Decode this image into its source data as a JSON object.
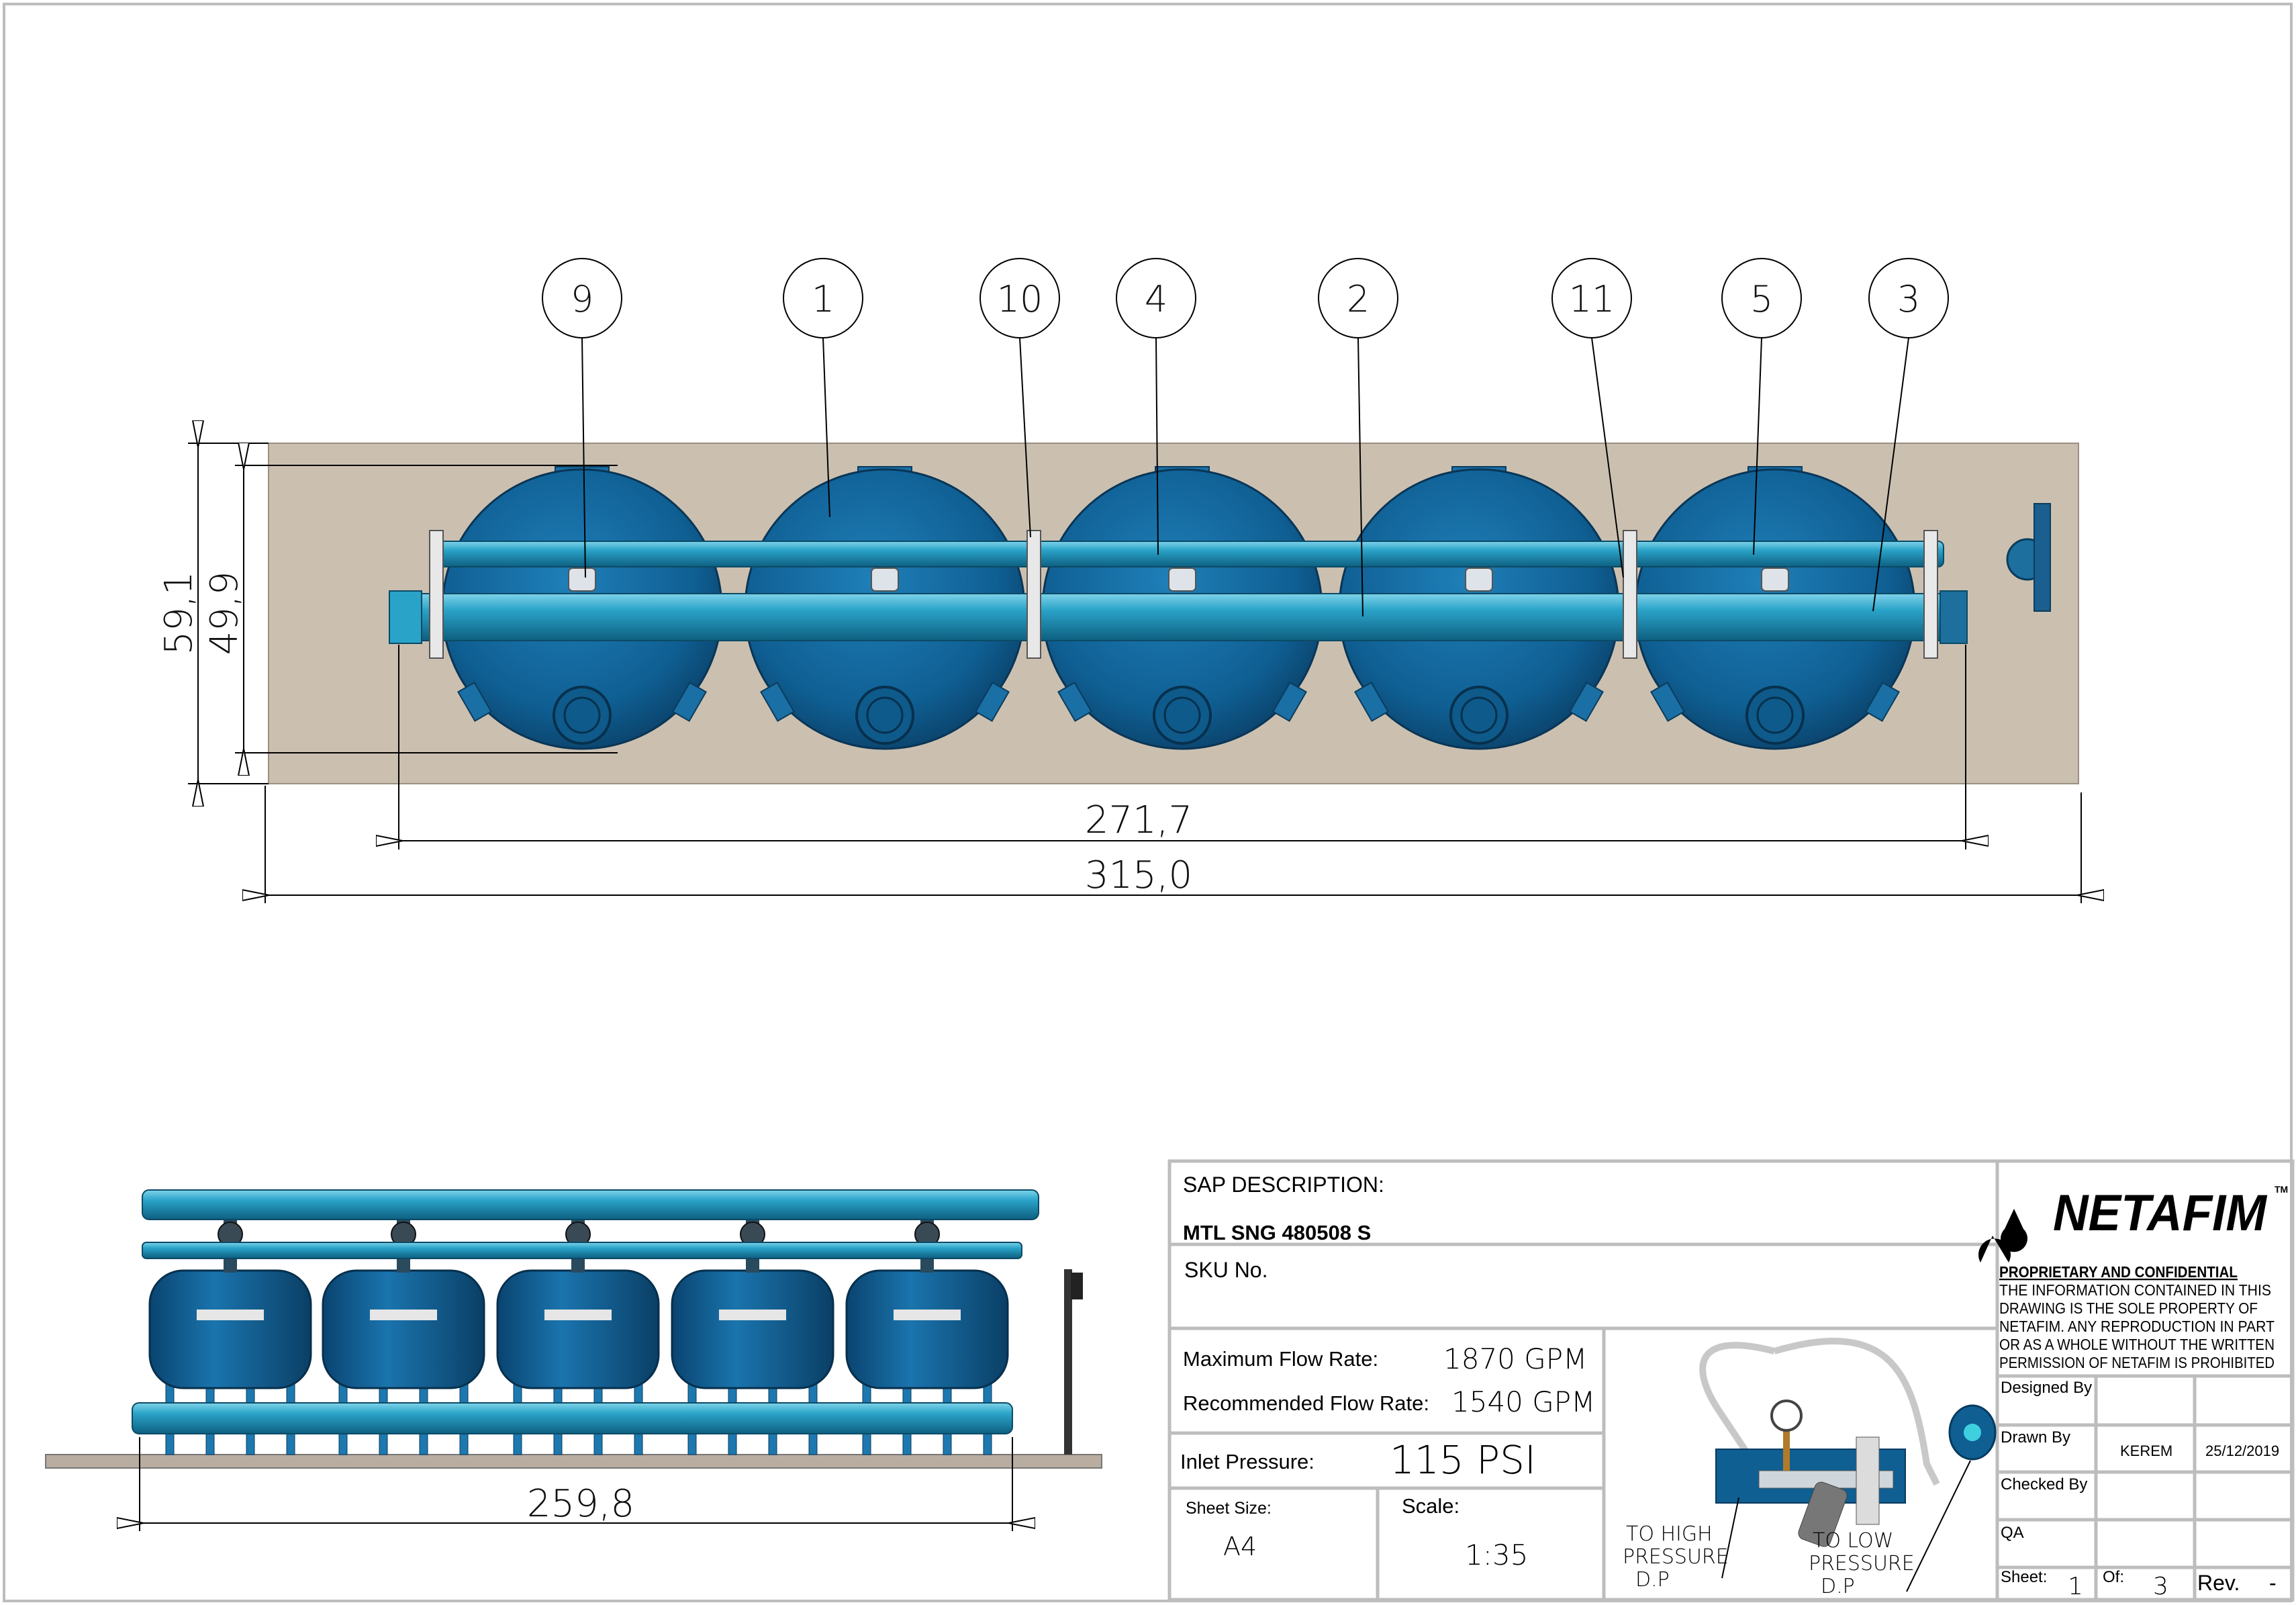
{
  "balloons": [
    "9",
    "1",
    "10",
    "4",
    "2",
    "11",
    "5",
    "3"
  ],
  "top_view": {
    "dim_overall_width": "315,0",
    "dim_pipe_width": "271,7",
    "dim_overall_depth": "59,1",
    "dim_tank_depth": "49,9"
  },
  "front_view": {
    "dim_length": "259,8"
  },
  "title_block": {
    "sap_label": "SAP DESCRIPTION:",
    "sap_value": "MTL SNG 480508 S",
    "sku_label": "SKU No.",
    "max_flow_label": "Maximum Flow Rate:",
    "max_flow_value": "1870 GPM",
    "rec_flow_label": "Recommended Flow Rate:",
    "rec_flow_value": "1540 GPM",
    "inlet_label": "Inlet Pressure:",
    "inlet_value": "115 PSI",
    "sheet_size_label": "Sheet Size:",
    "sheet_size_value": "A4",
    "scale_label": "Scale:",
    "scale_value": "1:35",
    "high_dp": [
      "TO HIGH",
      "PRESSURE",
      "D.P"
    ],
    "low_dp": [
      "TO LOW",
      "PRESSURE",
      "D.P"
    ],
    "logo_text": "NETAFIM",
    "logo_tm": "TM",
    "confidential_title": "PROPRIETARY AND CONFIDENTIAL",
    "confidential_lines": [
      "THE INFORMATION CONTAINED IN THIS",
      "DRAWING IS THE SOLE PROPERTY OF",
      "NETAFIM. ANY REPRODUCTION IN PART",
      "OR AS A WHOLE WITHOUT THE WRITTEN",
      "PERMISSION OF NETAFIM IS PROHIBITED"
    ],
    "designed_by_label": "Designed By",
    "drawn_by_label": "Drawn By",
    "drawn_by_value": "KEREM",
    "drawn_date": "25/12/2019",
    "checked_by_label": "Checked By",
    "qa_label": "QA",
    "sheet_label": "Sheet:",
    "sheet_value": "1",
    "of_label": "Of:",
    "of_value": "3",
    "rev_label": "Rev.",
    "rev_value": "-"
  },
  "colors": {
    "tank_blue": "#0f5f93",
    "pipe_cyan": "#2aa3c8",
    "slab": "#cbc0b0"
  }
}
